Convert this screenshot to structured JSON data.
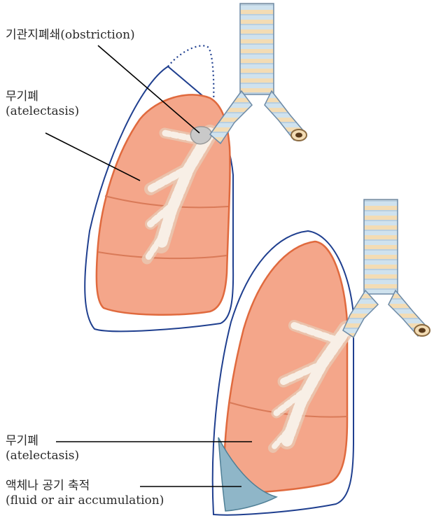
{
  "labels": {
    "obstruction": "기관지폐쇄(obstriction)",
    "atelectasis_top": {
      "ko": "무기폐",
      "en": "(atelectasis)"
    },
    "atelectasis_bottom": {
      "ko": "무기폐",
      "en": "(atelectasis)"
    },
    "fluid": {
      "ko": "액체나 공기 축적",
      "en": "(fluid or air accumulation)"
    }
  },
  "colors": {
    "lung_fill": "#f4a68a",
    "lung_light": "#f9c7b3",
    "lung_edge": "#e06a3e",
    "pleura": "#1f3f8f",
    "trachea_ring": "#f3dcb4",
    "trachea_band": "#bcd5e6",
    "bronchi": "#f5e1d3",
    "fluid": "#8fb6c8",
    "obstruction": "#c9c9c9",
    "leader": "#000000"
  }
}
